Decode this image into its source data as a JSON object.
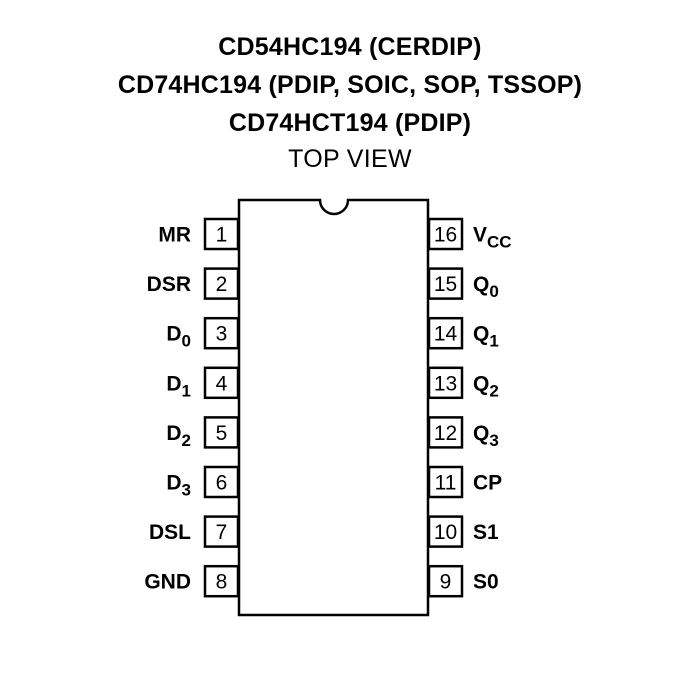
{
  "titles": {
    "line1": "CD54HC194 (CERDIP)",
    "line2": "CD74HC194 (PDIP, SOIC, SOP, TSSOP)",
    "line3": "CD74HCT194 (PDIP)",
    "view": "TOP VIEW"
  },
  "pins_left": [
    {
      "number": "1",
      "name": "MR",
      "sub": "",
      "overbar": true
    },
    {
      "number": "2",
      "name": "DSR",
      "sub": "",
      "overbar": false
    },
    {
      "number": "3",
      "name": "D",
      "sub": "0",
      "overbar": false
    },
    {
      "number": "4",
      "name": "D",
      "sub": "1",
      "overbar": false
    },
    {
      "number": "5",
      "name": "D",
      "sub": "2",
      "overbar": false
    },
    {
      "number": "6",
      "name": "D",
      "sub": "3",
      "overbar": false
    },
    {
      "number": "7",
      "name": "DSL",
      "sub": "",
      "overbar": false
    },
    {
      "number": "8",
      "name": "GND",
      "sub": "",
      "overbar": false
    }
  ],
  "pins_right": [
    {
      "number": "16",
      "name": "V",
      "sub": "CC"
    },
    {
      "number": "15",
      "name": "Q",
      "sub": "0"
    },
    {
      "number": "14",
      "name": "Q",
      "sub": "1"
    },
    {
      "number": "13",
      "name": "Q",
      "sub": "2"
    },
    {
      "number": "12",
      "name": "Q",
      "sub": "3"
    },
    {
      "number": "11",
      "name": "CP",
      "sub": ""
    },
    {
      "number": "10",
      "name": "S1",
      "sub": ""
    },
    {
      "number": "9",
      "name": "S0",
      "sub": ""
    }
  ]
}
